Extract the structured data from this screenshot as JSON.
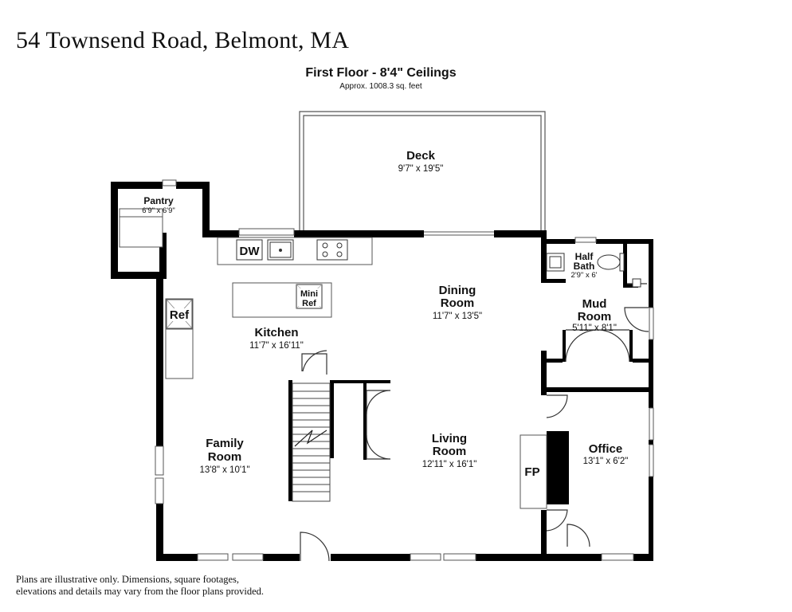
{
  "header": {
    "address": "54 Townsend Road, Belmont, MA",
    "floor_title": "First Floor - 8'4\" Ceilings",
    "floor_area": "Approx. 1008.3 sq. feet"
  },
  "rooms": {
    "deck": {
      "name": "Deck",
      "dims": "9'7\" x 19'5\""
    },
    "pantry": {
      "name": "Pantry",
      "dims": "6'9\" x 6'9\""
    },
    "kitchen": {
      "name": "Kitchen",
      "dims": "11'7\" x 16'11\""
    },
    "dining": {
      "name_line1": "Dining",
      "name_line2": "Room",
      "dims": "11'7\" x 13'5\""
    },
    "half_bath": {
      "name_line1": "Half",
      "name_line2": "Bath",
      "dims": "2'9\" x 6'"
    },
    "mud": {
      "name_line1": "Mud",
      "name_line2": "Room",
      "dims": "5'11\" x 8'1\""
    },
    "family": {
      "name_line1": "Family",
      "name_line2": "Room",
      "dims": "13'8\" x 10'1\""
    },
    "living": {
      "name_line1": "Living",
      "name_line2": "Room",
      "dims": "12'11\" x 16'1\""
    },
    "office": {
      "name": "Office",
      "dims": "13'1\" x 6'2\""
    }
  },
  "fixtures": {
    "dw": "DW",
    "ref": "Ref",
    "mini_ref_line1": "Mini",
    "mini_ref_line2": "Ref",
    "fp": "FP"
  },
  "footer": {
    "disclaimer_line1": "Plans are illustrative only. Dimensions, square footages,",
    "disclaimer_line2": "elevations and details may vary from the floor plans provided."
  },
  "colors": {
    "wall": "#000000",
    "fixture_stroke": "#555555",
    "background": "#ffffff"
  }
}
